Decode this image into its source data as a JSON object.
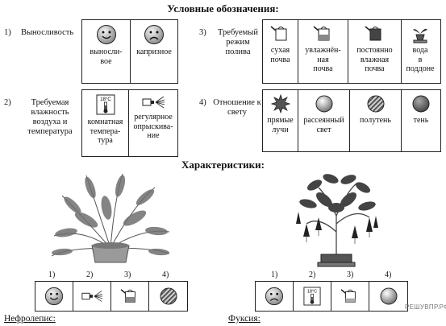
{
  "title": "Условные обозначения:",
  "groups": {
    "g1": {
      "num": "1)",
      "label": "Выносливость",
      "items": [
        "выносли-\nвое",
        "капризное"
      ]
    },
    "g2": {
      "num": "2)",
      "label": "Требуемая\nвлажность\nвоздуха\nи температура",
      "items": [
        "комнатная\nтемпера-\nтура",
        "регулярное\nопрыскива-\nние"
      ]
    },
    "g3": {
      "num": "3)",
      "label": "Требуемый\nрежим\nполива",
      "items": [
        "сухая\nпочва",
        "увлажнён-\nная\nпочва",
        "постоянно\nвлажная\nпочва",
        "вода\nв\nподдоне"
      ]
    },
    "g4": {
      "num": "4)",
      "label": "Отношение\nк свету",
      "items": [
        "прямые\nлучи",
        "рассеянный\nсвет",
        "полутень",
        "тень"
      ]
    }
  },
  "thermo_text": "18°C",
  "characteristics_title": "Характеристики:",
  "plants": [
    {
      "name": "Нефролепис:",
      "nums": [
        "1)",
        "2)",
        "3)",
        "4)"
      ],
      "icons": [
        "smile-icon",
        "spray-icon",
        "watering-can-medium-icon",
        "half-shade-icon"
      ]
    },
    {
      "name": "Фуксия:",
      "nums": [
        "1)",
        "2)",
        "3)",
        "4)"
      ],
      "icons": [
        "sad-face-icon",
        "thermometer-icon",
        "watering-can-light-icon",
        "diffused-light-icon"
      ]
    }
  ],
  "watermark": "РЕШУВПР.РФ"
}
